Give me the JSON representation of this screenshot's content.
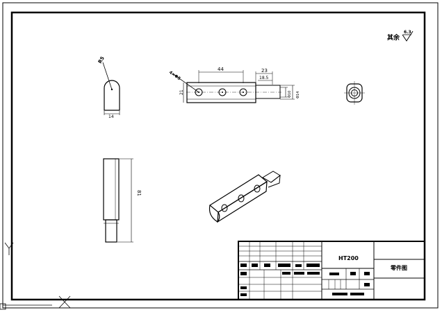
{
  "drawing": {
    "roughness_note": "其余",
    "roughness_value": "6.3",
    "part_code": "HT200",
    "title_block_label": "零件图"
  },
  "dimensions": {
    "slot_radius": "R5",
    "hole_spec": "4×Φ5",
    "hole_spacing": "44",
    "body_height": "21",
    "body_width": "14",
    "pin_length": "23",
    "pin_inner_length": "18.5",
    "pin_dia_small": "Φ10",
    "pin_dia_large": "Φ14",
    "side_length": "81"
  },
  "colors": {
    "paper": "#ffffff",
    "line": "#000000"
  }
}
